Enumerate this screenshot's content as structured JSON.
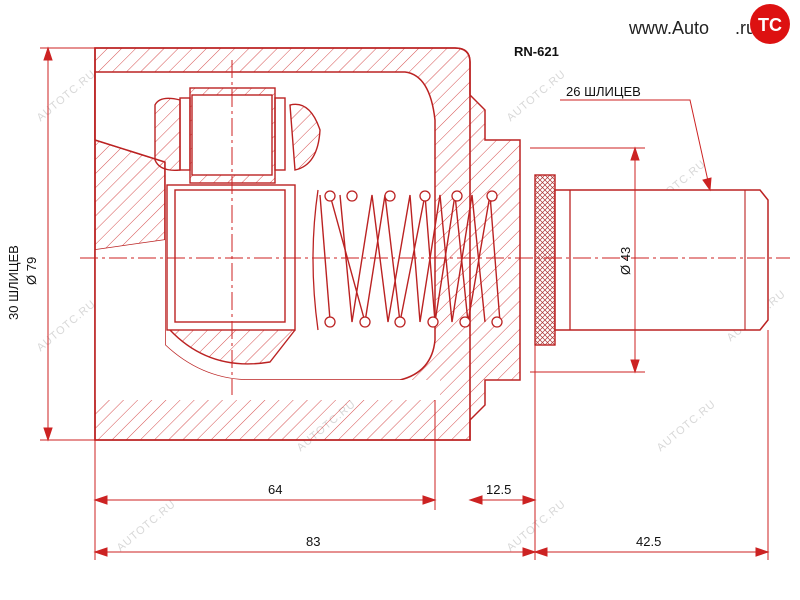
{
  "part_number": "RN-621",
  "brand": {
    "site": "www.Auto",
    "site_suffix": ".ru",
    "logo_letters": "TC"
  },
  "watermark": "AUTOTC.RU",
  "labels": {
    "outer_splines": "30 ШЛИЦЕВ",
    "outer_diameter": "Ø 79",
    "inner_splines": "26 ШЛИЦЕВ",
    "shaft_diameter": "Ø 43"
  },
  "dimensions": {
    "body_length": "64",
    "flange": "12.5",
    "total_body": "83",
    "shaft_length": "42.5"
  }
}
